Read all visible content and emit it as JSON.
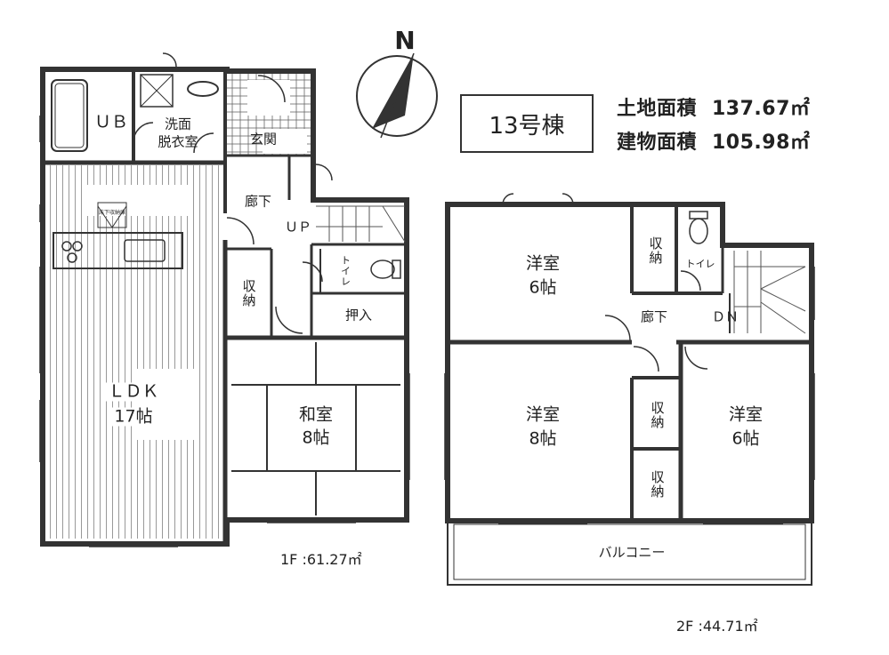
{
  "header": {
    "building_no": "13号棟",
    "land_area_label": "土地面積",
    "land_area_value": "137.67㎡",
    "building_area_label": "建物面積",
    "building_area_value": "105.98㎡",
    "north_label": "N"
  },
  "floor1": {
    "area_label": "1F :61.27㎡",
    "rooms": {
      "ub": "ＵＢ",
      "washroom_line1": "洗面",
      "washroom_line2": "脱衣室",
      "entrance": "玄関",
      "hallway": "廊下",
      "up": "ＵＰ",
      "toilet": "トイレ",
      "storage": "収納",
      "oshiire": "押入",
      "japanese_room": "和室",
      "japanese_size": "8帖",
      "ldk": "ＬＤＫ",
      "ldk_size": "17帖",
      "underfloor_storage": "床下収納庫"
    }
  },
  "floor2": {
    "area_label": "2F :44.71㎡",
    "rooms": {
      "western_nw": "洋室",
      "western_nw_size": "6帖",
      "storage_top": "収納",
      "toilet": "トイレ",
      "hallway": "廊下",
      "dn": "ＤＮ",
      "western_center": "洋室",
      "western_center_size": "8帖",
      "storage_mid": "収納",
      "storage_low": "収納",
      "western_e": "洋室",
      "western_e_size": "6帖",
      "balcony": "バルコニー"
    }
  },
  "colors": {
    "wall": "#333333",
    "line": "#444444",
    "tile": "#666666"
  }
}
